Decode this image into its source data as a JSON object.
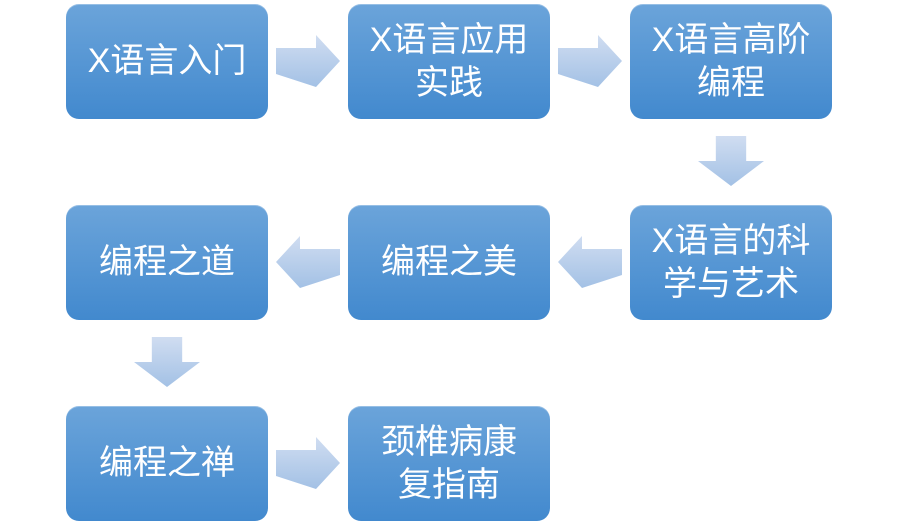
{
  "colors": {
    "background": "#ffffff",
    "node_fill_top": "#6ba4da",
    "node_fill_bottom": "#4289ce",
    "node_text": "#ffffff",
    "arrow_fill_top": "#d0ddf1",
    "arrow_fill_bottom": "#a3c1e5"
  },
  "nodes": [
    {
      "id": "n1",
      "label": "X语言入门"
    },
    {
      "id": "n2",
      "label": "X语言应用\n实践"
    },
    {
      "id": "n3",
      "label": "X语言高阶\n编程"
    },
    {
      "id": "n4",
      "label": "X语言的科\n学与艺术"
    },
    {
      "id": "n5",
      "label": "编程之美"
    },
    {
      "id": "n6",
      "label": "编程之道"
    },
    {
      "id": "n7",
      "label": "编程之禅"
    },
    {
      "id": "n8",
      "label": "颈椎病康\n复指南"
    }
  ],
  "arrows": [
    {
      "from": "X语言入门",
      "to": "X语言应用实践",
      "direction": "right"
    },
    {
      "from": "X语言应用实践",
      "to": "X语言高阶编程",
      "direction": "right"
    },
    {
      "from": "X语言高阶编程",
      "to": "X语言的科学与艺术",
      "direction": "down"
    },
    {
      "from": "X语言的科学与艺术",
      "to": "编程之美",
      "direction": "left"
    },
    {
      "from": "编程之美",
      "to": "编程之道",
      "direction": "left"
    },
    {
      "from": "编程之道",
      "to": "编程之禅",
      "direction": "down"
    },
    {
      "from": "编程之禅",
      "to": "颈椎病康复指南",
      "direction": "right"
    }
  ]
}
